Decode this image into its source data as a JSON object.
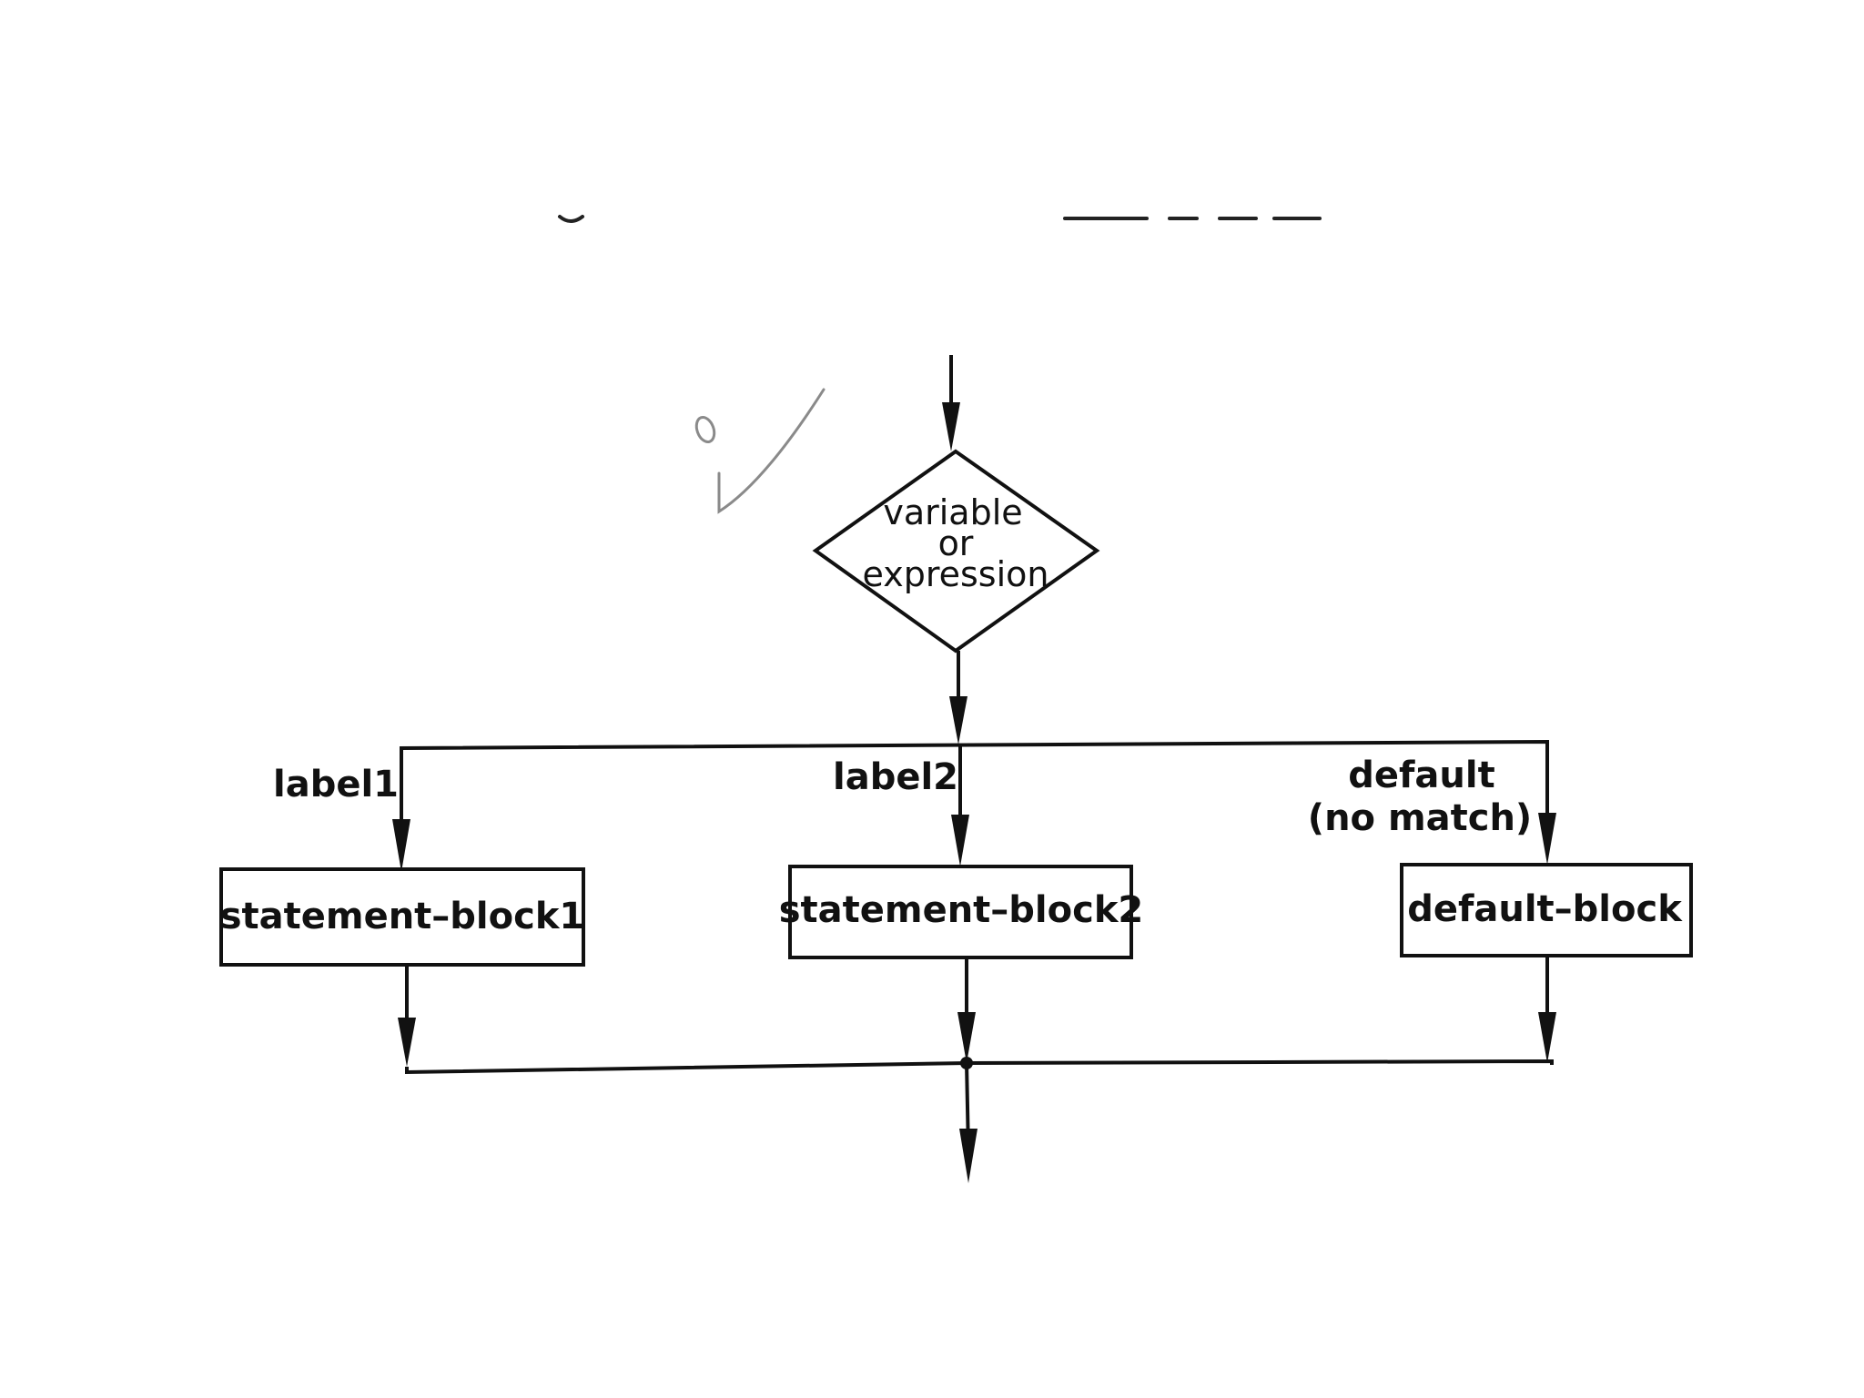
{
  "decision": {
    "lines": [
      "variable",
      "or",
      "expression"
    ]
  },
  "branches": {
    "label1": "label1",
    "label2": "label2",
    "default_line1": "default",
    "default_line2": "(no  match)"
  },
  "blocks": {
    "block1": "statement–block1",
    "block2": "statement–block2",
    "default": "default–block"
  },
  "colors": {
    "ink": "#111111",
    "background": "#ffffff",
    "pencil_mark": "#8a8a8a"
  }
}
